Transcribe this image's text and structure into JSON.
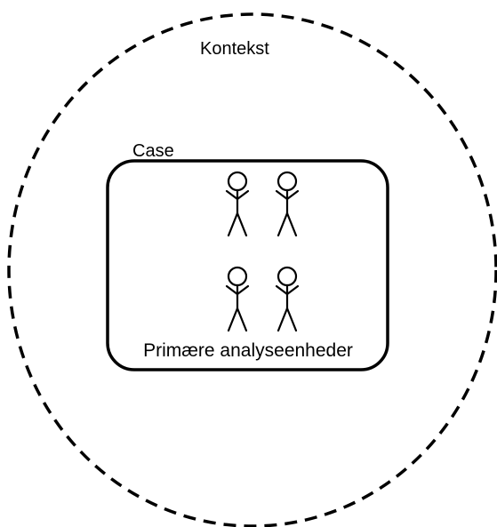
{
  "diagram": {
    "context_label": "Kontekst",
    "case_label": "Case",
    "units_label": "Primære analyseenheder",
    "unit_count": 4,
    "colors": {
      "stroke": "#000000",
      "background": "#ffffff"
    }
  }
}
